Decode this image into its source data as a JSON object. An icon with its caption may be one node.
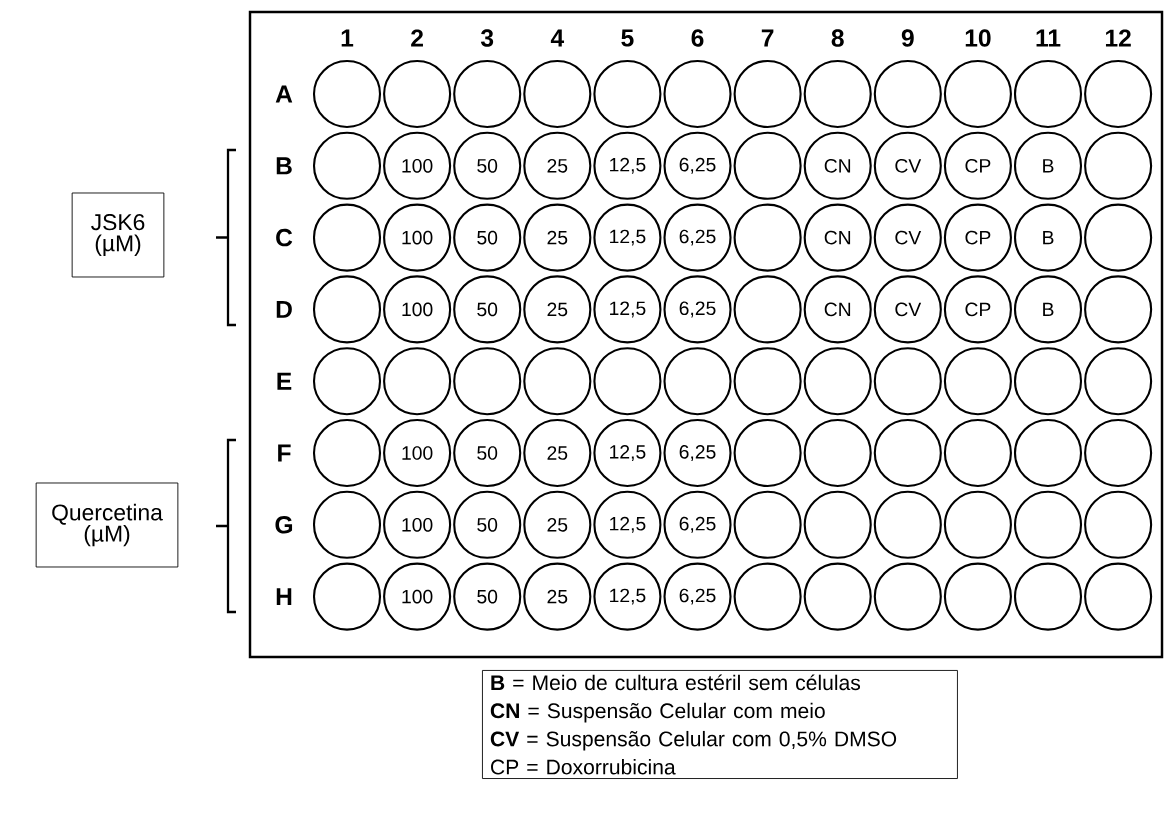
{
  "diagram": {
    "nodes": [
      {
        "text": [
          "JSK6 (µM)"
        ]
      },
      {
        "text": [
          "Quercetina (µM)"
        ]
      },
      {
        "text": [
          "**B** = Meio de cultura estéril sem células",
          "**CN** = Suspensão Celular com meio",
          "**CV** = Suspensão Celular com 0,5% DMSO",
          "CP = Doxorrubicina"
        ]
      },
      {
        "text": [],
        "shape": "circle"
      },
      {
        "text": [],
        "shape": "circle"
      },
      {
        "text": [],
        "shape": "circle"
      },
      {
        "text": [],
        "shape": "circle"
      },
      {
        "text": [],
        "shape": "circle"
      },
      {
        "text": [],
        "shape": "circle"
      },
      {
        "text": [],
        "shape": "circle"
      },
      {
        "text": [],
        "shape": "circle"
      },
      {
        "text": [],
        "shape": "circle"
      },
      {
        "text": [],
        "shape": "circle"
      },
      {
        "text": [],
        "shape": "circle"
      },
      {
        "text": [],
        "shape": "circle"
      },
      {
        "text": [],
        "shape": "circle"
      },
      {
        "text": [
          "100"
        ]
      },
      {
        "text": [
          "50"
        ]
      },
      {
        "text": [
          "25"
        ]
      },
      {
        "text": [
          "12,5"
        ]
      },
      {
        "text": [
          "6,25"
        ]
      },
      {
        "text": [],
        "shape": "circle"
      },
      {
        "text": [
          "CN"
        ]
      },
      {
        "text": [
          "CV"
        ]
      },
      {
        "text": [
          "CP"
        ]
      },
      {
        "text": [
          "B"
        ]
      },
      {
        "text": [],
        "shape": "circle"
      },
      {
        "text": [],
        "shape": "circle"
      },
      {
        "text": [
          "100"
        ]
      },
      {
        "text": [
          "50"
        ]
      },
      {
        "text": [
          "25"
        ]
      },
      {
        "text": [
          "12,5"
        ]
      },
      {
        "text": [
          "6,25"
        ]
      },
      {
        "text": [],
        "shape": "circle"
      },
      {
        "text": [
          "CN"
        ]
      },
      {
        "text": [
          "CV"
        ]
      },
      {
        "text": [
          "CP"
        ]
      },
      {
        "text": [
          "B"
        ]
      },
      {
        "text": [],
        "shape": "circle"
      },
      {
        "text": [],
        "shape": "circle"
      },
      {
        "text": [
          "100"
        ]
      },
      {
        "text": [
          "50"
        ]
      },
      {
        "text": [
          "25"
        ]
      },
      {
        "text": [
          "12,5"
        ]
      },
      {
        "text": [
          "6,25"
        ]
      },
      {
        "text": [],
        "shape": "circle"
      },
      {
        "text": [
          "CN"
        ]
      },
      {
        "text": [
          "CV"
        ]
      },
      {
        "text": [
          "CP"
        ]
      },
      {
        "text": [
          "B"
        ]
      },
      {
        "text": [],
        "shape": "circle"
      },
      {
        "text": [],
        "shape": "circle"
      },
      {
        "text": [],
        "shape": "circle"
      },
      {
        "text": [],
        "shape": "circle"
      },
      {
        "text": [],
        "shape": "circle"
      },
      {
        "text": [],
        "shape": "circle"
      },
      {
        "text": [],
        "shape": "circle"
      },
      {
        "text": [],
        "shape": "circle"
      },
      {
        "text": [],
        "shape": "circle"
      },
      {
        "text": [],
        "shape": "circle"
      },
      {
        "text": [],
        "shape": "circle"
      },
      {
        "text": [],
        "shape": "circle"
      },
      {
        "text": [],
        "shape": "circle"
      },
      {
        "text": [],
        "shape": "circle"
      },
      {
        "text": [
          "100"
        ]
      },
      {
        "text": [
          "50"
        ]
      },
      {
        "text": [
          "25"
        ]
      },
      {
        "text": [
          "12,5"
        ]
      },
      {
        "text": [
          "6,25"
        ]
      },
      {
        "text": [],
        "shape": "circle"
      },
      {
        "text": [],
        "shape": "circle"
      },
      {
        "text": [],
        "shape": "circle"
      },
      {
        "text": [],
        "shape": "circle"
      },
      {
        "text": [],
        "shape": "circle"
      },
      {
        "text": [],
        "shape": "circle"
      },
      {
        "text": [],
        "shape": "circle"
      },
      {
        "text": [
          "100"
        ]
      },
      {
        "text": [
          "50"
        ]
      },
      {
        "text": [
          "25"
        ]
      },
      {
        "text": [
          "12,5"
        ]
      },
      {
        "text": [
          "6,25"
        ]
      },
      {
        "text": [],
        "shape": "circle"
      },
      {
        "text": [],
        "shape": "circle"
      },
      {
        "text": [],
        "shape": "circle"
      },
      {
        "text": [],
        "shape": "circle"
      },
      {
        "text": [],
        "shape": "circle"
      },
      {
        "text": [],
        "shape": "circle"
      },
      {
        "text": [],
        "shape": "circle"
      },
      {
        "text": [
          "100"
        ]
      },
      {
        "text": [
          "50"
        ]
      },
      {
        "text": [
          "25"
        ]
      },
      {
        "text": [
          "12,5"
        ]
      },
      {
        "text": [
          "6,25"
        ]
      },
      {
        "text": [],
        "shape": "circle"
      },
      {
        "text": [],
        "shape": "circle"
      },
      {
        "text": [],
        "shape": "circle"
      },
      {
        "text": [],
        "shape": "circle"
      },
      {
        "text": [],
        "shape": "circle"
      },
      {
        "text": [],
        "shape": "circle"
      }
    ],
    "labels": [
      "1",
      "2",
      "3",
      "4",
      "5",
      "6",
      "7",
      "8",
      "9",
      "10",
      "11",
      "12",
      "A",
      "B",
      "C",
      "D",
      "E",
      "F",
      "G",
      "H"
    ]
  }
}
